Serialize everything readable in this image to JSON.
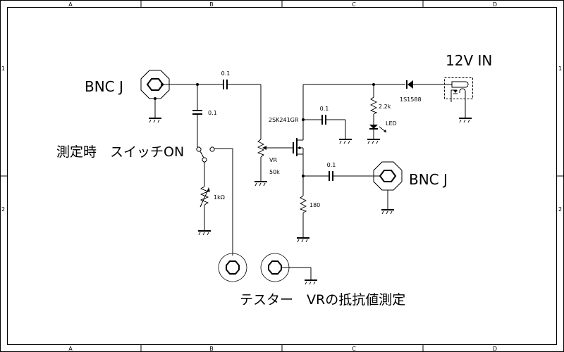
{
  "frame": {
    "columns": [
      "A",
      "B",
      "C",
      "D"
    ],
    "rows": [
      "1",
      "2"
    ]
  },
  "labels": {
    "bnc_in": "BNC  J",
    "bnc_out": "BNC  J",
    "power_in": "12V  IN",
    "switch_note": "測定時　スイッチON",
    "tester_note": "テスター　VRの抵抗値測定"
  },
  "components": {
    "c_input_series": "0.1",
    "c_input_shunt": "0.1",
    "c_gate_bypass": "0.1",
    "c_output": "0.1",
    "fet": "2SK241GR",
    "vr_name": "VR",
    "vr_value": "50k",
    "r_drain": "2.2k",
    "led": "LED",
    "diode": "1S1588",
    "r_source": "180",
    "r_var": "1kΩ"
  }
}
